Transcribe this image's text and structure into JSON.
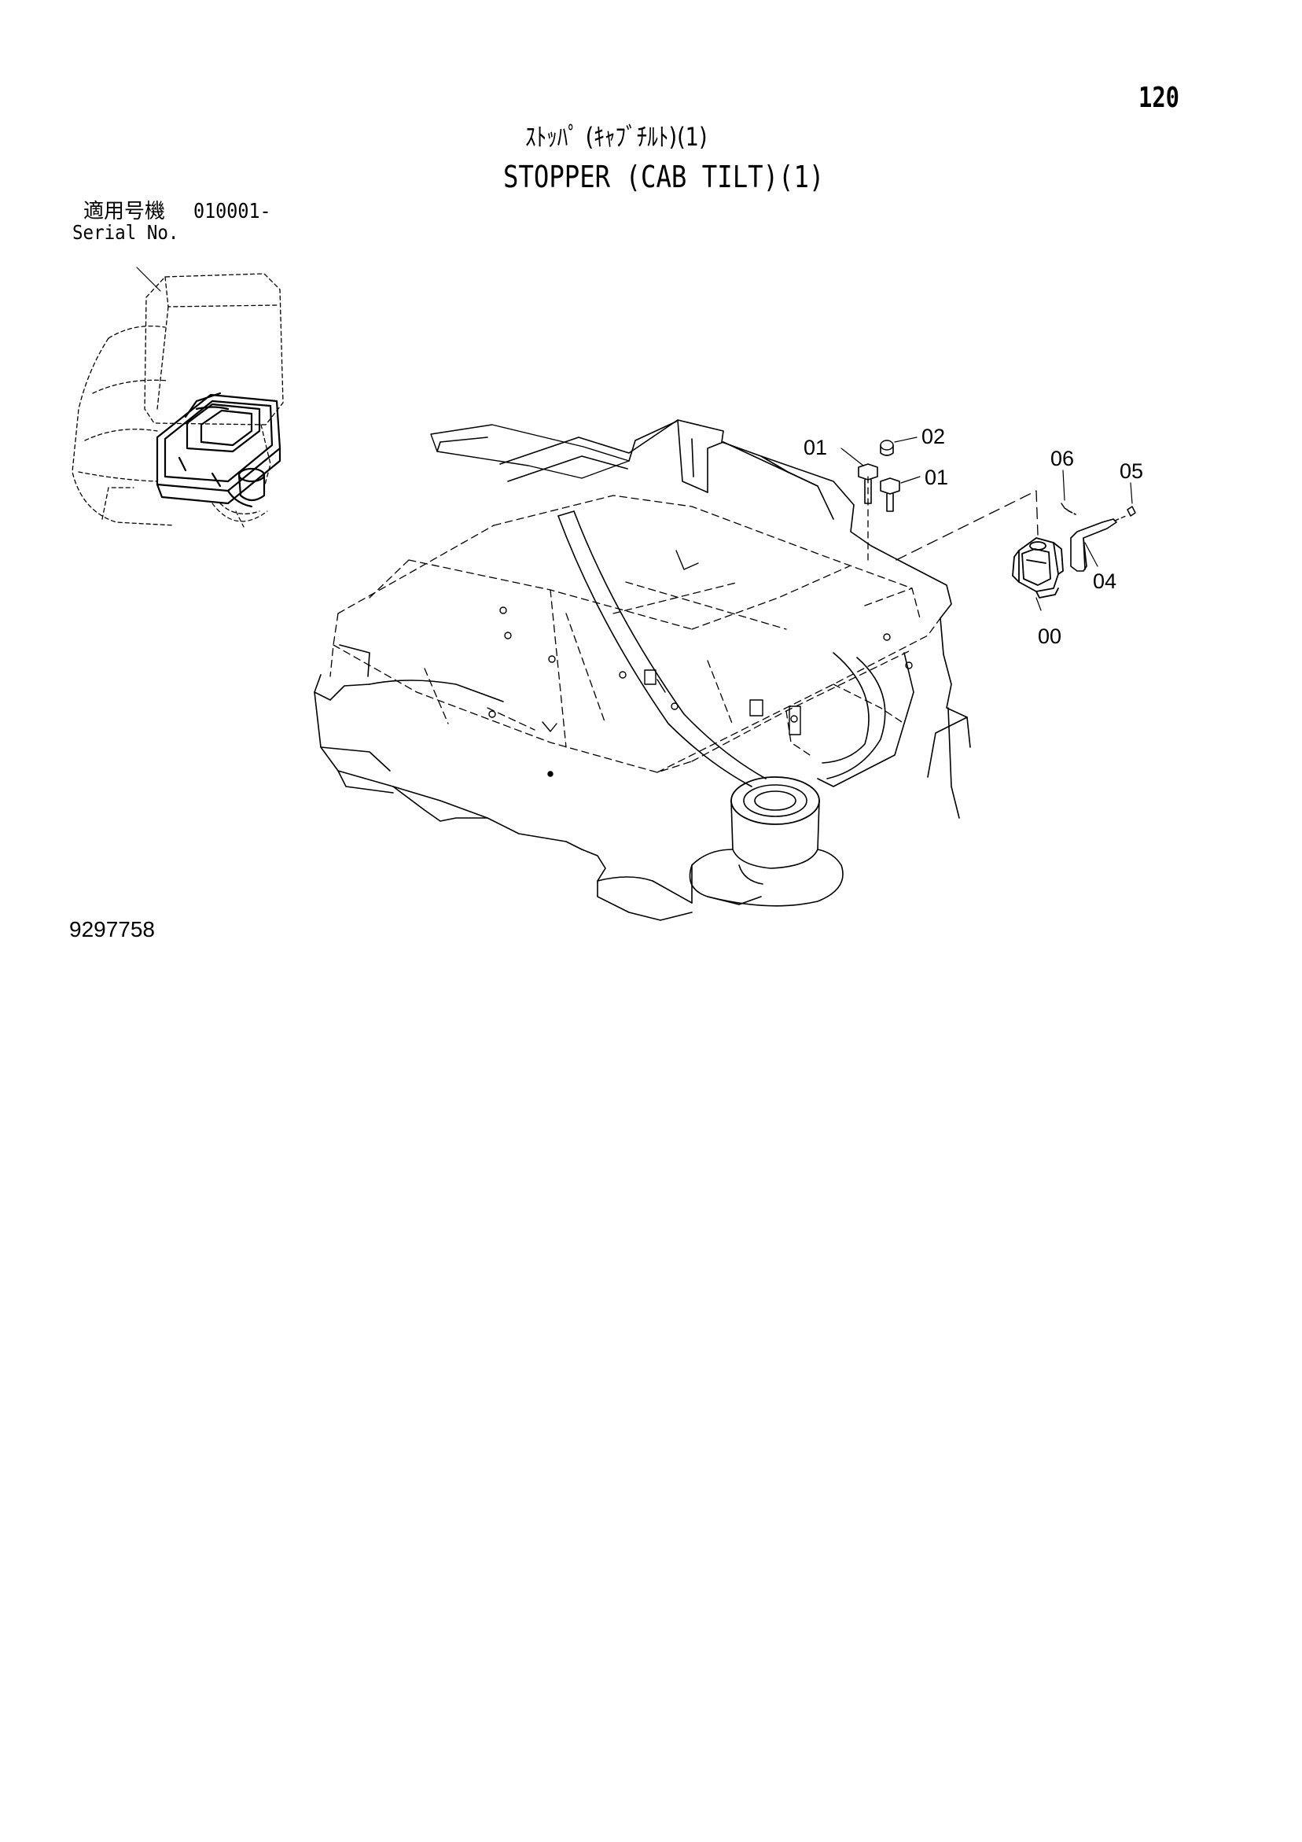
{
  "page": {
    "number": "120"
  },
  "title": {
    "japanese": "ｽﾄｯﾊﾟ (ｷｬﾌﾞﾁﾙﾄ)(1)",
    "english": "STOPPER (CAB TILT)(1)"
  },
  "serial": {
    "label_jp": "適用号機",
    "range": "010001-",
    "label_en": "Serial No."
  },
  "callouts": {
    "c00": "00",
    "c01a": "01",
    "c01b": "01",
    "c02": "02",
    "c04": "04",
    "c05": "05",
    "c06": "06"
  },
  "drawing_number": "9297758"
}
